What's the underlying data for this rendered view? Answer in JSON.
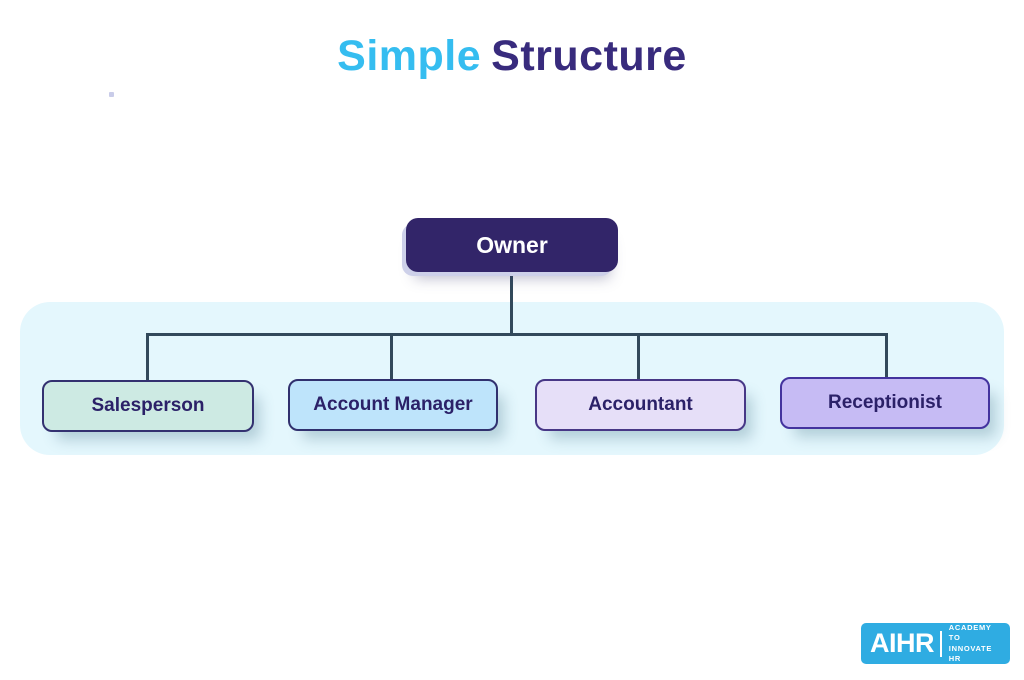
{
  "title": {
    "part1": "Simple",
    "part2": "Structure"
  },
  "org": {
    "root": {
      "label": "Owner",
      "fill": "#322569",
      "text_color": "#FFFFFF"
    },
    "children": [
      {
        "label": "Salesperson",
        "fill": "#CDEAE3",
        "border": "#333170"
      },
      {
        "label": "Account Manager",
        "fill": "#BEE4FB",
        "border": "#30306E"
      },
      {
        "label": "Accountant",
        "fill": "#E6DFF8",
        "border": "#473786"
      },
      {
        "label": "Receptionist",
        "fill": "#C6BBF4",
        "border": "#43339E"
      }
    ],
    "connector_color": "#32495B",
    "band_color": "#E4F7FD"
  },
  "colors": {
    "title_accent": "#35BDF0",
    "title_main": "#382B7D",
    "logo_background": "#2FACE2"
  },
  "logo": {
    "brand": "AIHR",
    "tagline_line1": "ACADEMY TO",
    "tagline_line2": "INNOVATE HR"
  }
}
